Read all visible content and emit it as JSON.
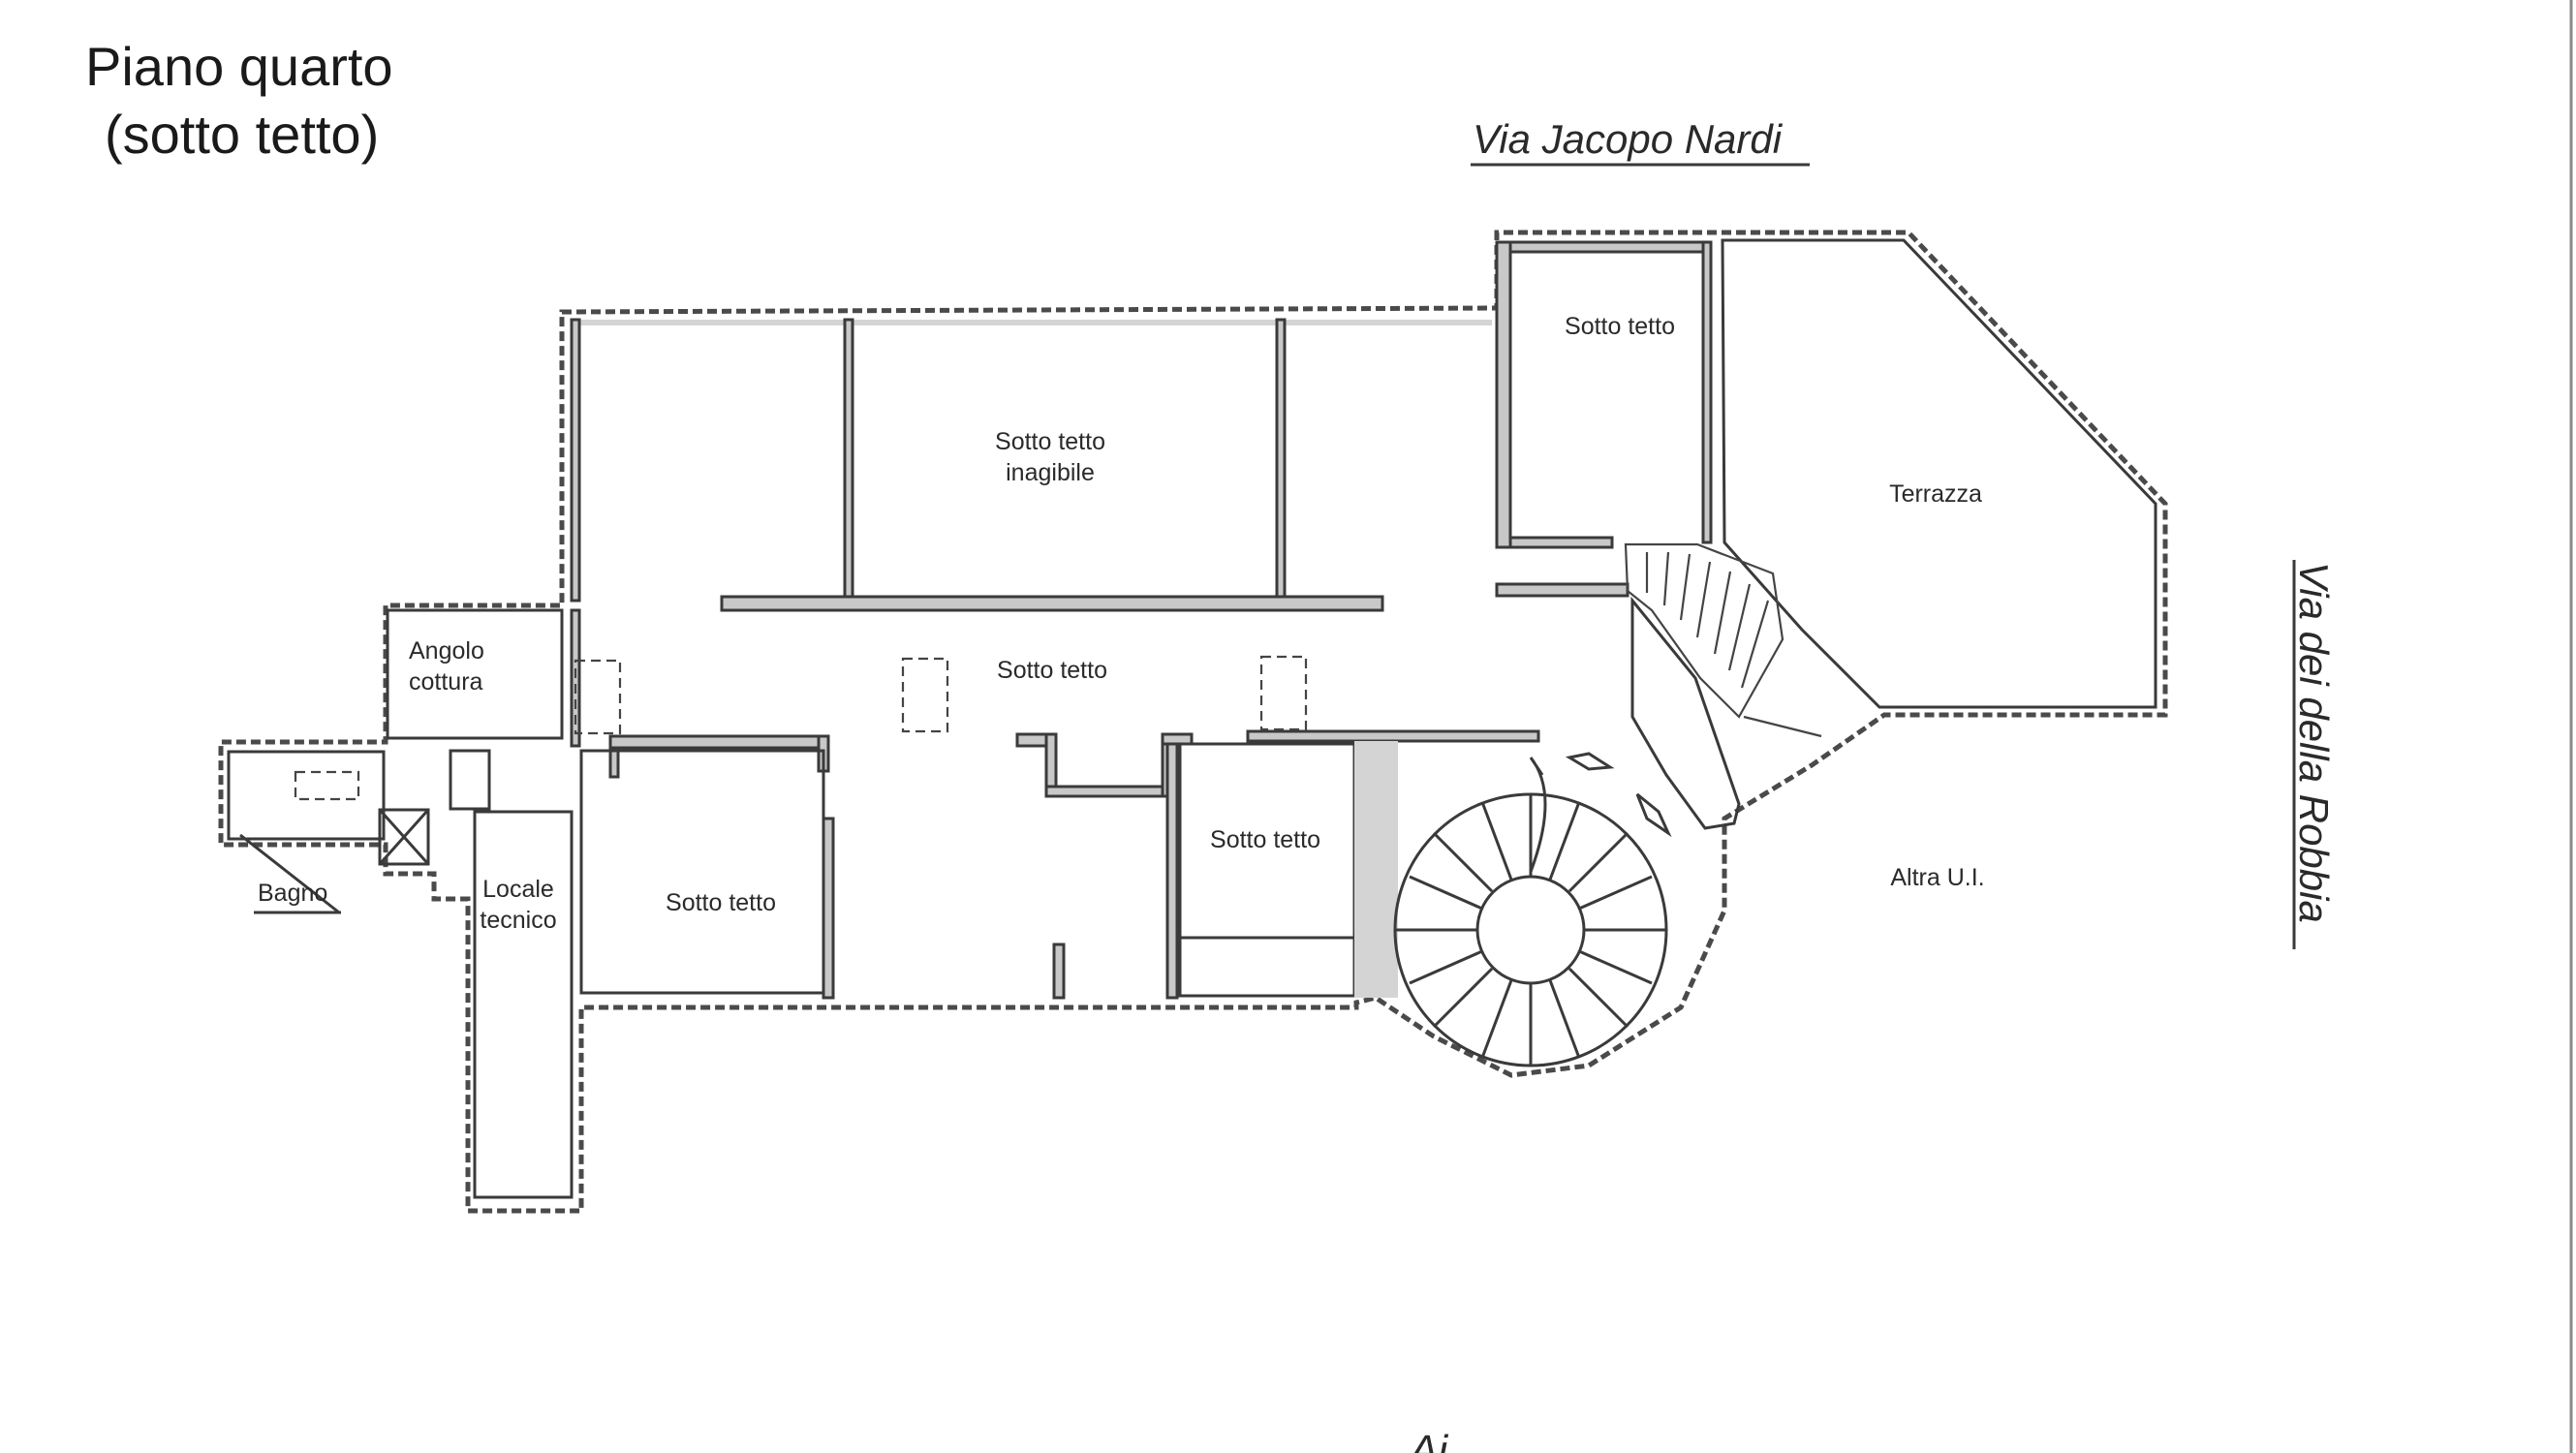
{
  "title": {
    "line1": "Piano quarto",
    "line2": "(sotto tetto)"
  },
  "streets": {
    "north": "Via Jacopo Nardi",
    "east": "Via dei della Robbia"
  },
  "rooms": {
    "sotto_tetto_inagibile_1": "Sotto tetto",
    "sotto_tetto_inagibile_2": "inagibile",
    "sotto_tetto_corridor": "Sotto tetto",
    "sotto_tetto_top_right": "Sotto tetto",
    "terrazza": "Terrazza",
    "angolo_cottura_1": "Angolo",
    "angolo_cottura_2": "cottura",
    "bagno": "Bagno",
    "locale_tecnico_1": "Locale",
    "locale_tecnico_2": "tecnico",
    "sotto_tetto_bottom_left": "Sotto tetto",
    "sotto_tetto_bottom_mid": "Sotto tetto",
    "altra_ui": "Altra U.I."
  },
  "bottom_mark": "Ai"
}
